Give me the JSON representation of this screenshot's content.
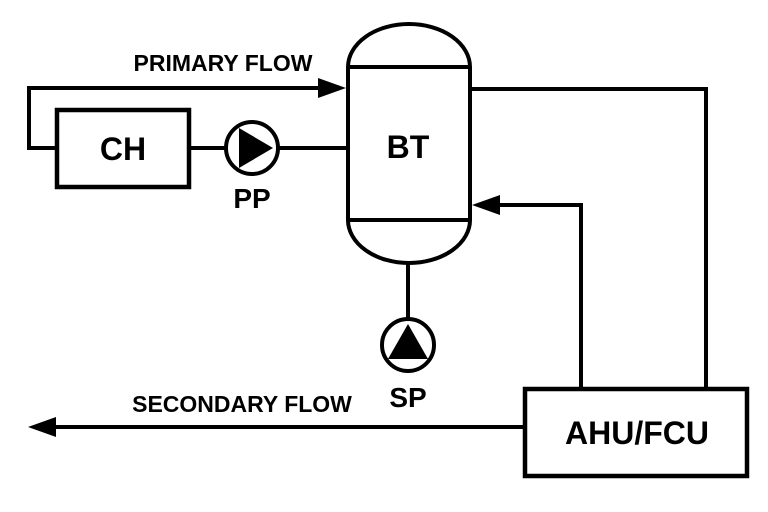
{
  "diagram": {
    "background_color": "#ffffff",
    "line_color": "#000000",
    "flow_labels": {
      "primary": "PRIMARY FLOW",
      "secondary": "SECONDARY FLOW"
    },
    "components": {
      "chiller": {
        "label": "CH"
      },
      "primary_pump": {
        "label": "PP"
      },
      "buffer_tank": {
        "label": "BT"
      },
      "secondary_pump": {
        "label": "SP"
      },
      "air_handling_unit": {
        "label": "AHU/FCU"
      }
    }
  }
}
